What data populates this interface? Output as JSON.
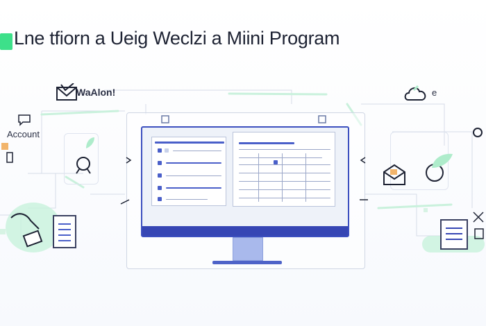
{
  "title": "Lne tfiorn a Ueig Weclzi a Miini Program",
  "labels": {
    "brand": "WaAlon!",
    "account": "Account",
    "e": "e"
  },
  "icons": {
    "left_top": "envelope-check-icon",
    "left_mid": "magnifier-icon",
    "left_bottom": "hand-card-icon",
    "left_doc": "document-icon",
    "right_top": "cloud-icon",
    "right_mid_1": "mail-open-icon",
    "right_mid_2": "circle-icon",
    "right_doc": "document-pen-icon"
  },
  "colors": {
    "accent_green": "#3de08a",
    "accent_blue": "#3c4fbf",
    "text_dark": "#1d2233"
  }
}
